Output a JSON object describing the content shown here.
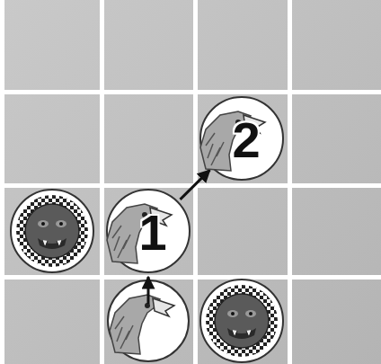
{
  "diagram": {
    "nodes": [
      {
        "text": [
          "2"
        ]
      },
      {
        "text": [
          "1"
        ]
      }
    ],
    "edges": [
      {
        "from": 1,
        "to": 0,
        "arrow": "to"
      }
    ]
  }
}
